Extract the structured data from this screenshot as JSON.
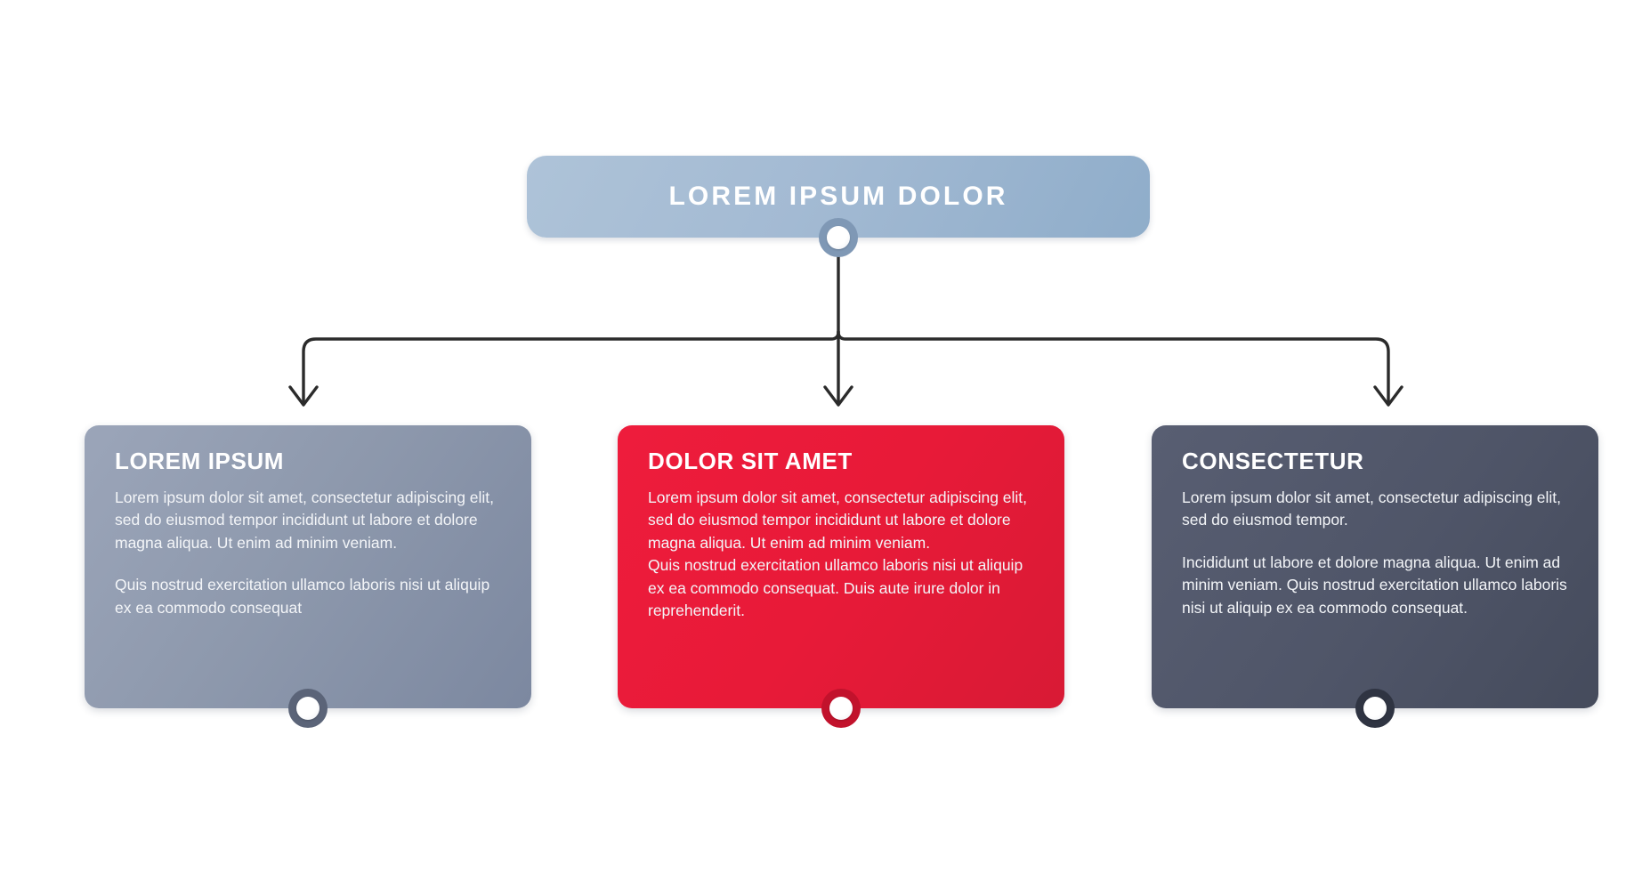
{
  "header": {
    "title": "LOREM IPSUM DOLOR"
  },
  "cards": [
    {
      "title": "LOREM IPSUM",
      "paragraphs": [
        "Lorem ipsum dolor sit amet, consectetur adipiscing elit, sed do eiusmod tempor incididunt ut labore et dolore magna aliqua. Ut enim ad minim veniam.",
        "Quis nostrud exercitation ullamco laboris nisi ut aliquip ex ea commodo consequat"
      ],
      "color": "#8e99ad",
      "badge_color": "#5b6478"
    },
    {
      "title": "DOLOR SIT AMET",
      "paragraphs": [
        "Lorem ipsum dolor sit amet, consectetur adipiscing elit, sed do eiusmod tempor incididunt ut labore et dolore magna aliqua. Ut enim ad minim veniam.",
        "Quis nostrud exercitation ullamco laboris nisi ut aliquip ex ea commodo consequat. Duis aute irure dolor in reprehenderit."
      ],
      "color": "#e81a38",
      "badge_color": "#c2122c"
    },
    {
      "title": "CONSECTETUR",
      "paragraphs": [
        "Lorem ipsum dolor sit amet, consectetur adipiscing elit, sed do eiusmod tempor.",
        "Incididunt ut labore et dolore magna aliqua. Ut enim ad minim veniam. Quis nostrud exercitation ullamco laboris nisi ut aliquip ex ea commodo consequat."
      ],
      "color": "#4f5568",
      "badge_color": "#2f3442"
    }
  ],
  "connector": {
    "line_color": "#2b2b2b",
    "line_width": 3.4,
    "arrow_count": 3
  },
  "background_color": "#ffffff"
}
